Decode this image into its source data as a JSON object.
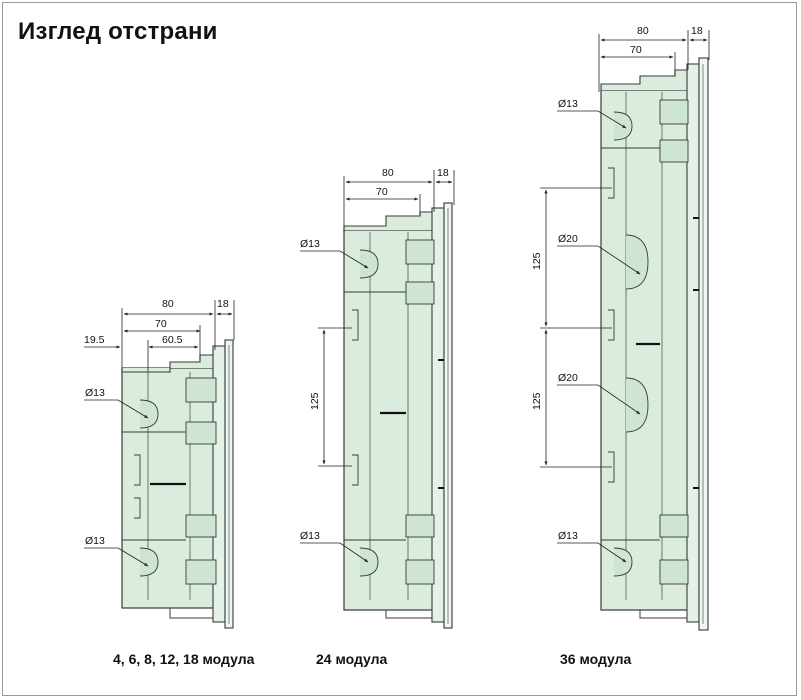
{
  "title": "Изглед отстрани",
  "panels": [
    {
      "caption": "4, 6, 8, 12, 18 модула",
      "dim_depth_total": "80",
      "dim_front": "18",
      "dim_depth_inner": "70",
      "dim_offset": "19.5",
      "dim_inner_2": "60.5",
      "hole_top": "Ø13",
      "hole_bottom": "Ø13"
    },
    {
      "caption": "24 модула",
      "dim_depth_total": "80",
      "dim_front": "18",
      "dim_depth_inner": "70",
      "dim_spacing": "125",
      "hole_top": "Ø13",
      "hole_bottom": "Ø13"
    },
    {
      "caption": "36 модула",
      "dim_depth_total": "80",
      "dim_front": "18",
      "dim_depth_inner": "70",
      "dim_spacing_1": "125",
      "dim_spacing_2": "125",
      "hole_top": "Ø13",
      "hole_mid_1": "Ø20",
      "hole_mid_2": "Ø20",
      "hole_bottom": "Ø13"
    }
  ],
  "colors": {
    "box_fill": "#d9ecdd",
    "outline": "#3a3a3a",
    "dim_line": "#222222"
  }
}
